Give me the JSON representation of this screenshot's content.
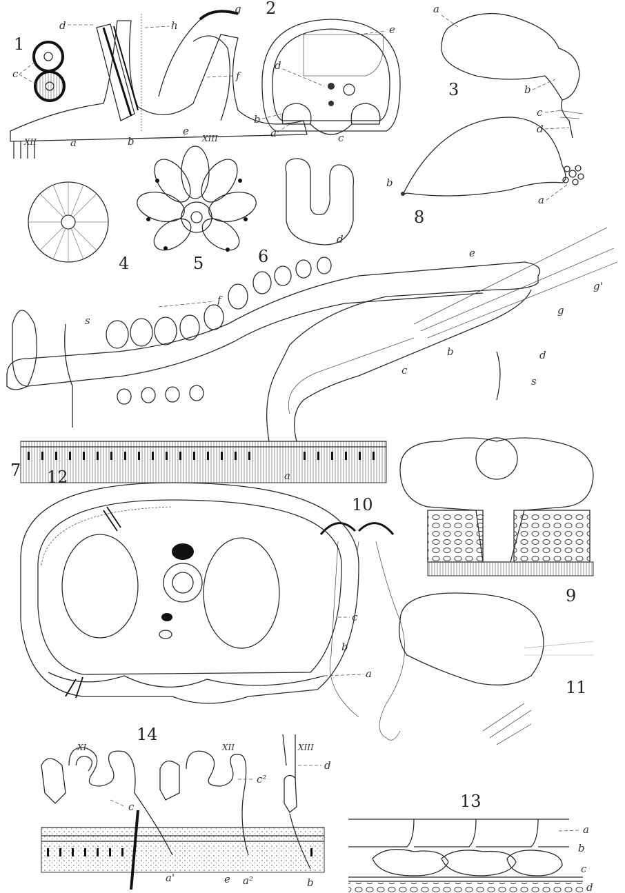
{
  "figure_numbers": [
    "1",
    "2",
    "3",
    "4",
    "5",
    "6",
    "7",
    "8",
    "9",
    "10",
    "11",
    "12",
    "13",
    "14"
  ],
  "fig1": {
    "labels": [
      "d",
      "h",
      "g",
      "c",
      "f",
      "XII",
      "a",
      "b",
      "e",
      "XIII"
    ]
  },
  "fig2": {
    "labels": [
      "e",
      "d",
      "b",
      "a",
      "c"
    ]
  },
  "fig3": {
    "labels": [
      "a",
      "b",
      "c",
      "d"
    ]
  },
  "fig6": {
    "labels": [
      "d"
    ]
  },
  "fig7": {
    "labels": [
      "e",
      "f",
      "s",
      "g",
      "g'",
      "d",
      "s",
      "c",
      "b",
      "a"
    ]
  },
  "fig8": {
    "labels": [
      "b",
      "a"
    ]
  },
  "fig12": {
    "labels": [
      "c",
      "b",
      "a"
    ]
  },
  "fig13": {
    "labels": [
      "a",
      "b",
      "c",
      "d"
    ]
  },
  "fig14": {
    "labels": [
      "XI",
      "XII",
      "XIII",
      "c",
      "c²",
      "d",
      "a'",
      "e",
      "a²",
      "b"
    ]
  }
}
